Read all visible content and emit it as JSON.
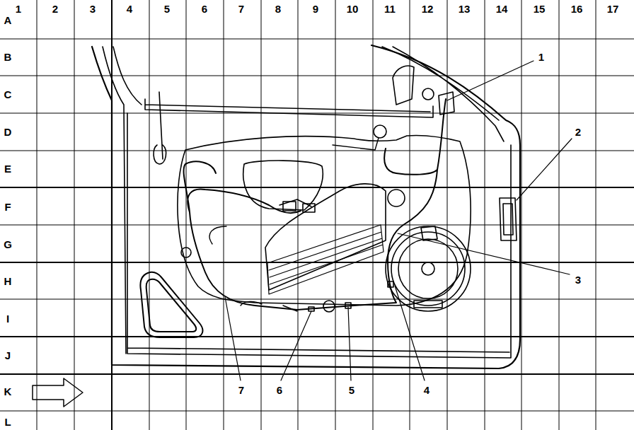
{
  "diagram": {
    "labels": [
      "1",
      "2",
      "3",
      "4",
      "5",
      "6",
      "7",
      "8",
      "9",
      "10",
      "11",
      "12",
      "13",
      "14",
      "15",
      "16",
      "17",
      "A",
      "B",
      "C",
      "D",
      "E",
      "F",
      "G",
      "H",
      "I",
      "J",
      "K",
      "L",
      "1",
      "2",
      "3",
      "4",
      "5",
      "6",
      "7"
    ]
  }
}
